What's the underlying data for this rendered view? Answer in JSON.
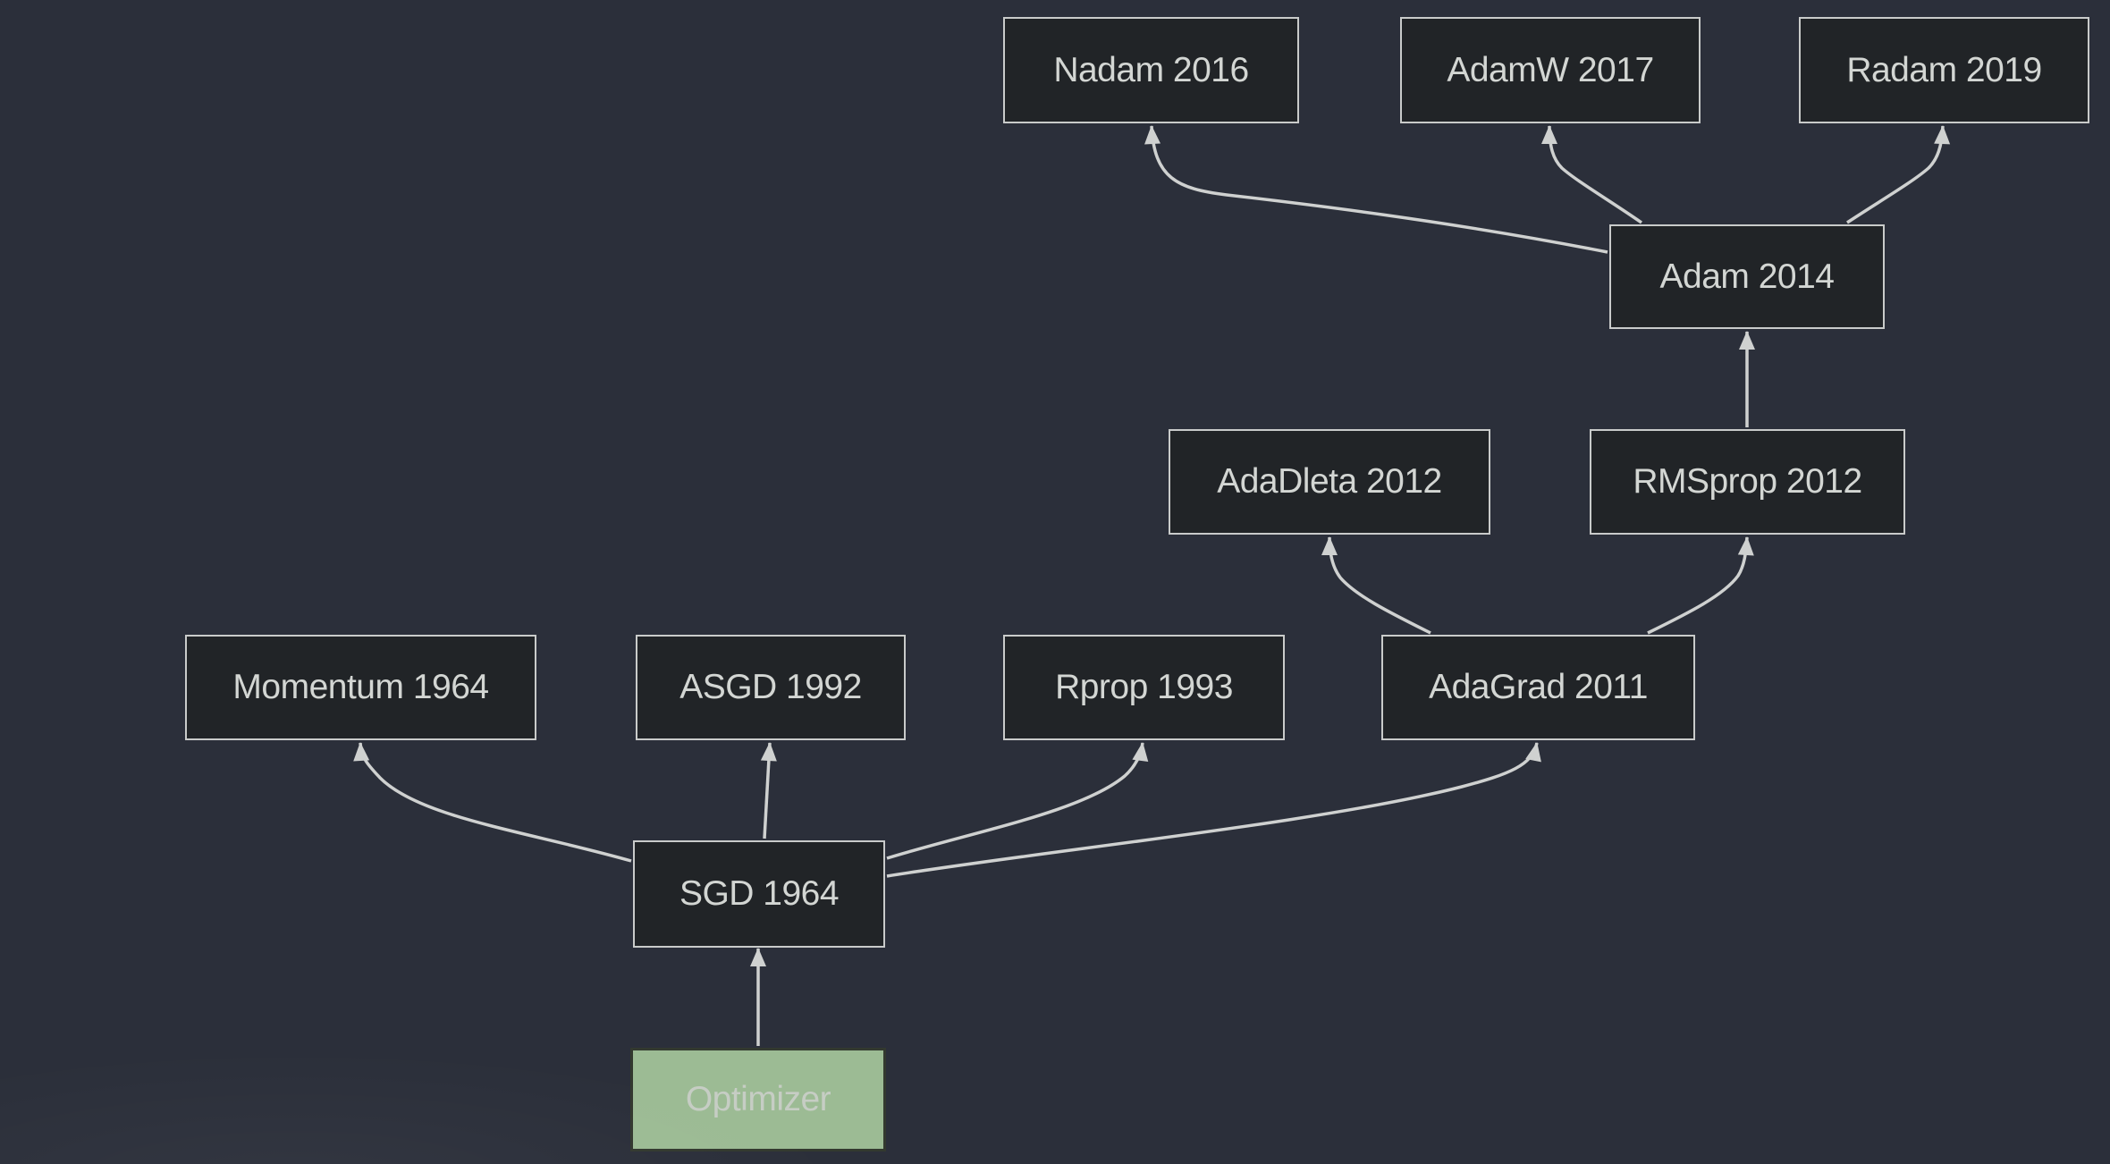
{
  "page": {
    "kind": "rendered-flowchart",
    "title": "Optimizer family tree",
    "background_color": "#2b2f3a"
  },
  "colors": {
    "background": "#2b2f3a",
    "node_fill": "#212427",
    "node_border": "#c9cbca",
    "node_text": "#d3d6d3",
    "root_fill": "#9cbb94",
    "root_border": "#33392f",
    "root_text": "#c6cdc4",
    "edge_stroke": "#cfd1d0",
    "arrowhead_fill": "#cfd1d0"
  },
  "diagram": {
    "type": "flowchart",
    "direction": "bottom-to-top",
    "nodes": [
      {
        "id": "optimizer",
        "label": "Optimizer",
        "kind": "root"
      },
      {
        "id": "sgd",
        "label": "SGD 1964"
      },
      {
        "id": "momentum",
        "label": "Momentum 1964"
      },
      {
        "id": "asgd",
        "label": "ASGD 1992"
      },
      {
        "id": "rprop",
        "label": "Rprop 1993"
      },
      {
        "id": "adagrad",
        "label": "AdaGrad 2011"
      },
      {
        "id": "adadleta",
        "label": "AdaDleta 2012"
      },
      {
        "id": "rmsprop",
        "label": "RMSprop 2012"
      },
      {
        "id": "adam",
        "label": "Adam 2014"
      },
      {
        "id": "nadam",
        "label": "Nadam 2016"
      },
      {
        "id": "adamw",
        "label": "AdamW 2017"
      },
      {
        "id": "radam",
        "label": "Radam 2019"
      }
    ],
    "edges": [
      {
        "from": "Optimizer",
        "to": "SGD 1964"
      },
      {
        "from": "SGD 1964",
        "to": "Momentum 1964"
      },
      {
        "from": "SGD 1964",
        "to": "ASGD 1992"
      },
      {
        "from": "SGD 1964",
        "to": "Rprop 1993"
      },
      {
        "from": "SGD 1964",
        "to": "AdaGrad 2011"
      },
      {
        "from": "AdaGrad 2011",
        "to": "AdaDleta 2012"
      },
      {
        "from": "AdaGrad 2011",
        "to": "RMSprop 2012"
      },
      {
        "from": "RMSprop 2012",
        "to": "Adam 2014"
      },
      {
        "from": "Adam 2014",
        "to": "Nadam 2016"
      },
      {
        "from": "Adam 2014",
        "to": "AdamW 2017"
      },
      {
        "from": "Adam 2014",
        "to": "Radam 2019"
      }
    ]
  }
}
